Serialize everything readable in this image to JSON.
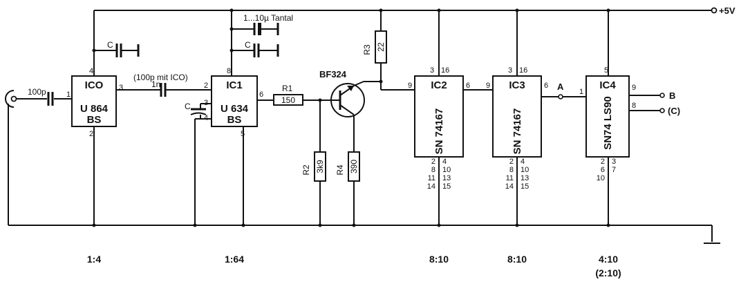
{
  "supply": {
    "label": "+5V"
  },
  "ics": {
    "ico": {
      "name": "ICO",
      "part_line1": "U 864",
      "part_line2": "BS",
      "pin_in": "1",
      "pin_out": "3",
      "pin_vcc": "4",
      "pin_gnd": "2"
    },
    "ic1": {
      "name": "IC1",
      "part_line1": "U 634",
      "part_line2": "BS",
      "pin_in": "2",
      "pin_c1": "3",
      "pin_c2": "4",
      "pin_vcc": "8",
      "pin_out": "6",
      "pin_gnd": "5"
    },
    "ic2": {
      "name": "IC2",
      "part": "SN 74167",
      "pin_top_a": "3",
      "pin_top_b": "16",
      "pin_in": "9",
      "pin_out": "6",
      "gnd_left": [
        "2",
        "8",
        "11",
        "14"
      ],
      "gnd_right": [
        "4",
        "10",
        "13",
        "15"
      ]
    },
    "ic3": {
      "name": "IC3",
      "part": "SN 74167",
      "pin_top_a": "3",
      "pin_top_b": "16",
      "pin_in": "9",
      "pin_out": "6",
      "gnd_left": [
        "2",
        "8",
        "11",
        "14"
      ],
      "gnd_right": [
        "4",
        "10",
        "13",
        "15"
      ]
    },
    "ic4": {
      "name": "IC4",
      "part": "SN74 LS90",
      "pin_vcc": "5",
      "pin_in": "1",
      "pin_out_b": "9",
      "pin_out_c": "8",
      "gnd_left": [
        "2",
        "6",
        "10"
      ],
      "gnd_right": [
        "3",
        "7"
      ]
    }
  },
  "components": {
    "c_input": "100p",
    "c_coupling": "1n",
    "c_coupling_note": "(100p mit ICO)",
    "c_ico": "C",
    "c_ic1_dec": "C",
    "c_tantal": "1...10µ Tantal",
    "c_ic1_timing": "C",
    "r1_name": "R1",
    "r1_value": "150",
    "r2_name": "R2",
    "r2_value": "3k9",
    "r3_name": "R3",
    "r3_value": "22",
    "r4_name": "R4",
    "r4_value": "390",
    "transistor": "BF324"
  },
  "outputs": {
    "a": "A",
    "b": "B",
    "c": "(C)"
  },
  "ratios": {
    "ico": "1:4",
    "ic1": "1:64",
    "ic2": "8:10",
    "ic3": "8:10",
    "ic4": "4:10",
    "ic4_alt": "(2:10)"
  }
}
